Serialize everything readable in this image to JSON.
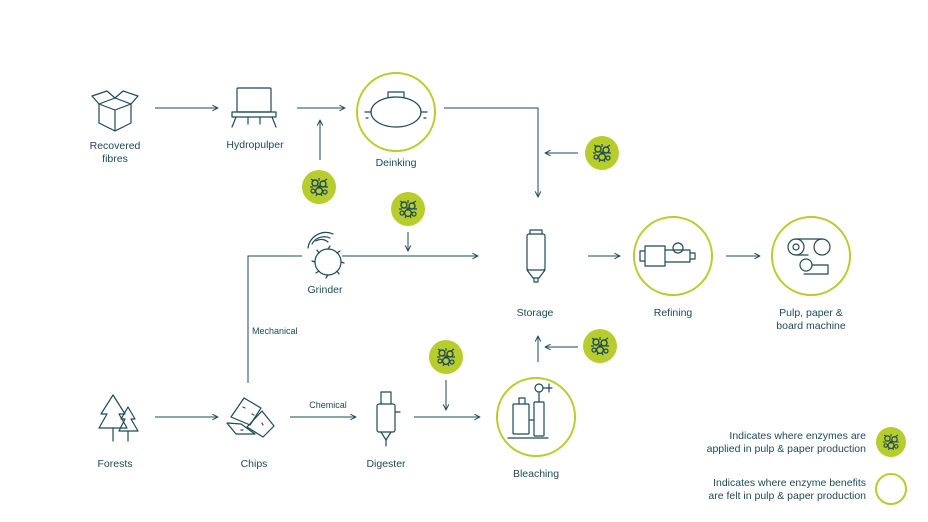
{
  "colors": {
    "line": "#1f4a55",
    "accent": "#b7cd2c",
    "badge_fill": "#b7cd2c",
    "badge_icon": "#1f4a55"
  },
  "nodes": {
    "recovered_fibres": "Recovered\nfibres",
    "hydropulper": "Hydropulper",
    "deinking": "Deinking",
    "grinder": "Grinder",
    "storage": "Storage",
    "refining": "Refining",
    "machine": "Pulp, paper &\nboard machine",
    "forests": "Forests",
    "chips": "Chips",
    "digester": "Digester",
    "bleaching": "Bleaching"
  },
  "edge_labels": {
    "mechanical": "Mechanical",
    "chemical": "Chemical"
  },
  "legend": {
    "enzyme_applied": "Indicates where enzymes are\napplied in pulp & paper production",
    "enzyme_benefits": "Indicates where enzyme benefits\nare felt in pulp & paper production"
  },
  "icons": {
    "enzyme": "enzyme-molecule-icon",
    "box": "box-icon",
    "hydropulper": "hydropulper-icon",
    "deinking": "deinking-tank-icon",
    "grinder": "grinder-icon",
    "storage": "storage-tower-icon",
    "refining": "refiner-icon",
    "machine": "paper-roll-icon",
    "forest": "trees-icon",
    "chips": "wood-chips-icon",
    "digester": "digester-icon",
    "bleaching": "bleaching-icon"
  }
}
